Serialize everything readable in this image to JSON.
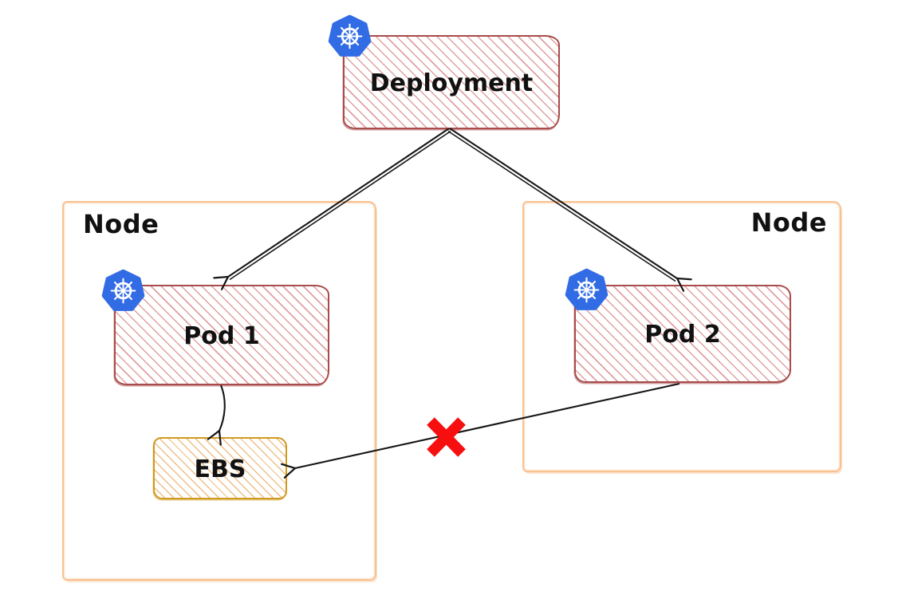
{
  "diagram": {
    "deployment": {
      "label": "Deployment"
    },
    "node_left": {
      "label": "Node"
    },
    "node_right": {
      "label": "Node"
    },
    "pod1": {
      "label": "Pod 1"
    },
    "pod2": {
      "label": "Pod 2"
    },
    "ebs": {
      "label": "EBS"
    },
    "icons": {
      "deployment": "kubernetes-logo",
      "pod1": "kubernetes-logo",
      "pod2": "kubernetes-logo"
    },
    "edges": [
      {
        "from": "Deployment",
        "to": "Pod 1",
        "type": "arrow",
        "stroke": "double-line",
        "blocked": false
      },
      {
        "from": "Deployment",
        "to": "Pod 2",
        "type": "arrow",
        "stroke": "double-line",
        "blocked": false
      },
      {
        "from": "Pod 1",
        "to": "EBS",
        "type": "arrow",
        "stroke": "single-line",
        "blocked": false
      },
      {
        "from": "Pod 2",
        "to": "EBS",
        "type": "arrow",
        "stroke": "single-line",
        "blocked": true,
        "annotation": "red-x-mark"
      }
    ],
    "colors": {
      "box_border_red": "#a84b4a",
      "box_hatch_red": "#dfa0a0",
      "node_border_orange": "#f8c191",
      "ebs_border_gold": "#cf9a1e",
      "ebs_hatch_gold": "#eebe87",
      "arrow_black": "#161616",
      "cross_red": "#f70f0f",
      "kubernetes_blue": "#326ce5"
    }
  }
}
